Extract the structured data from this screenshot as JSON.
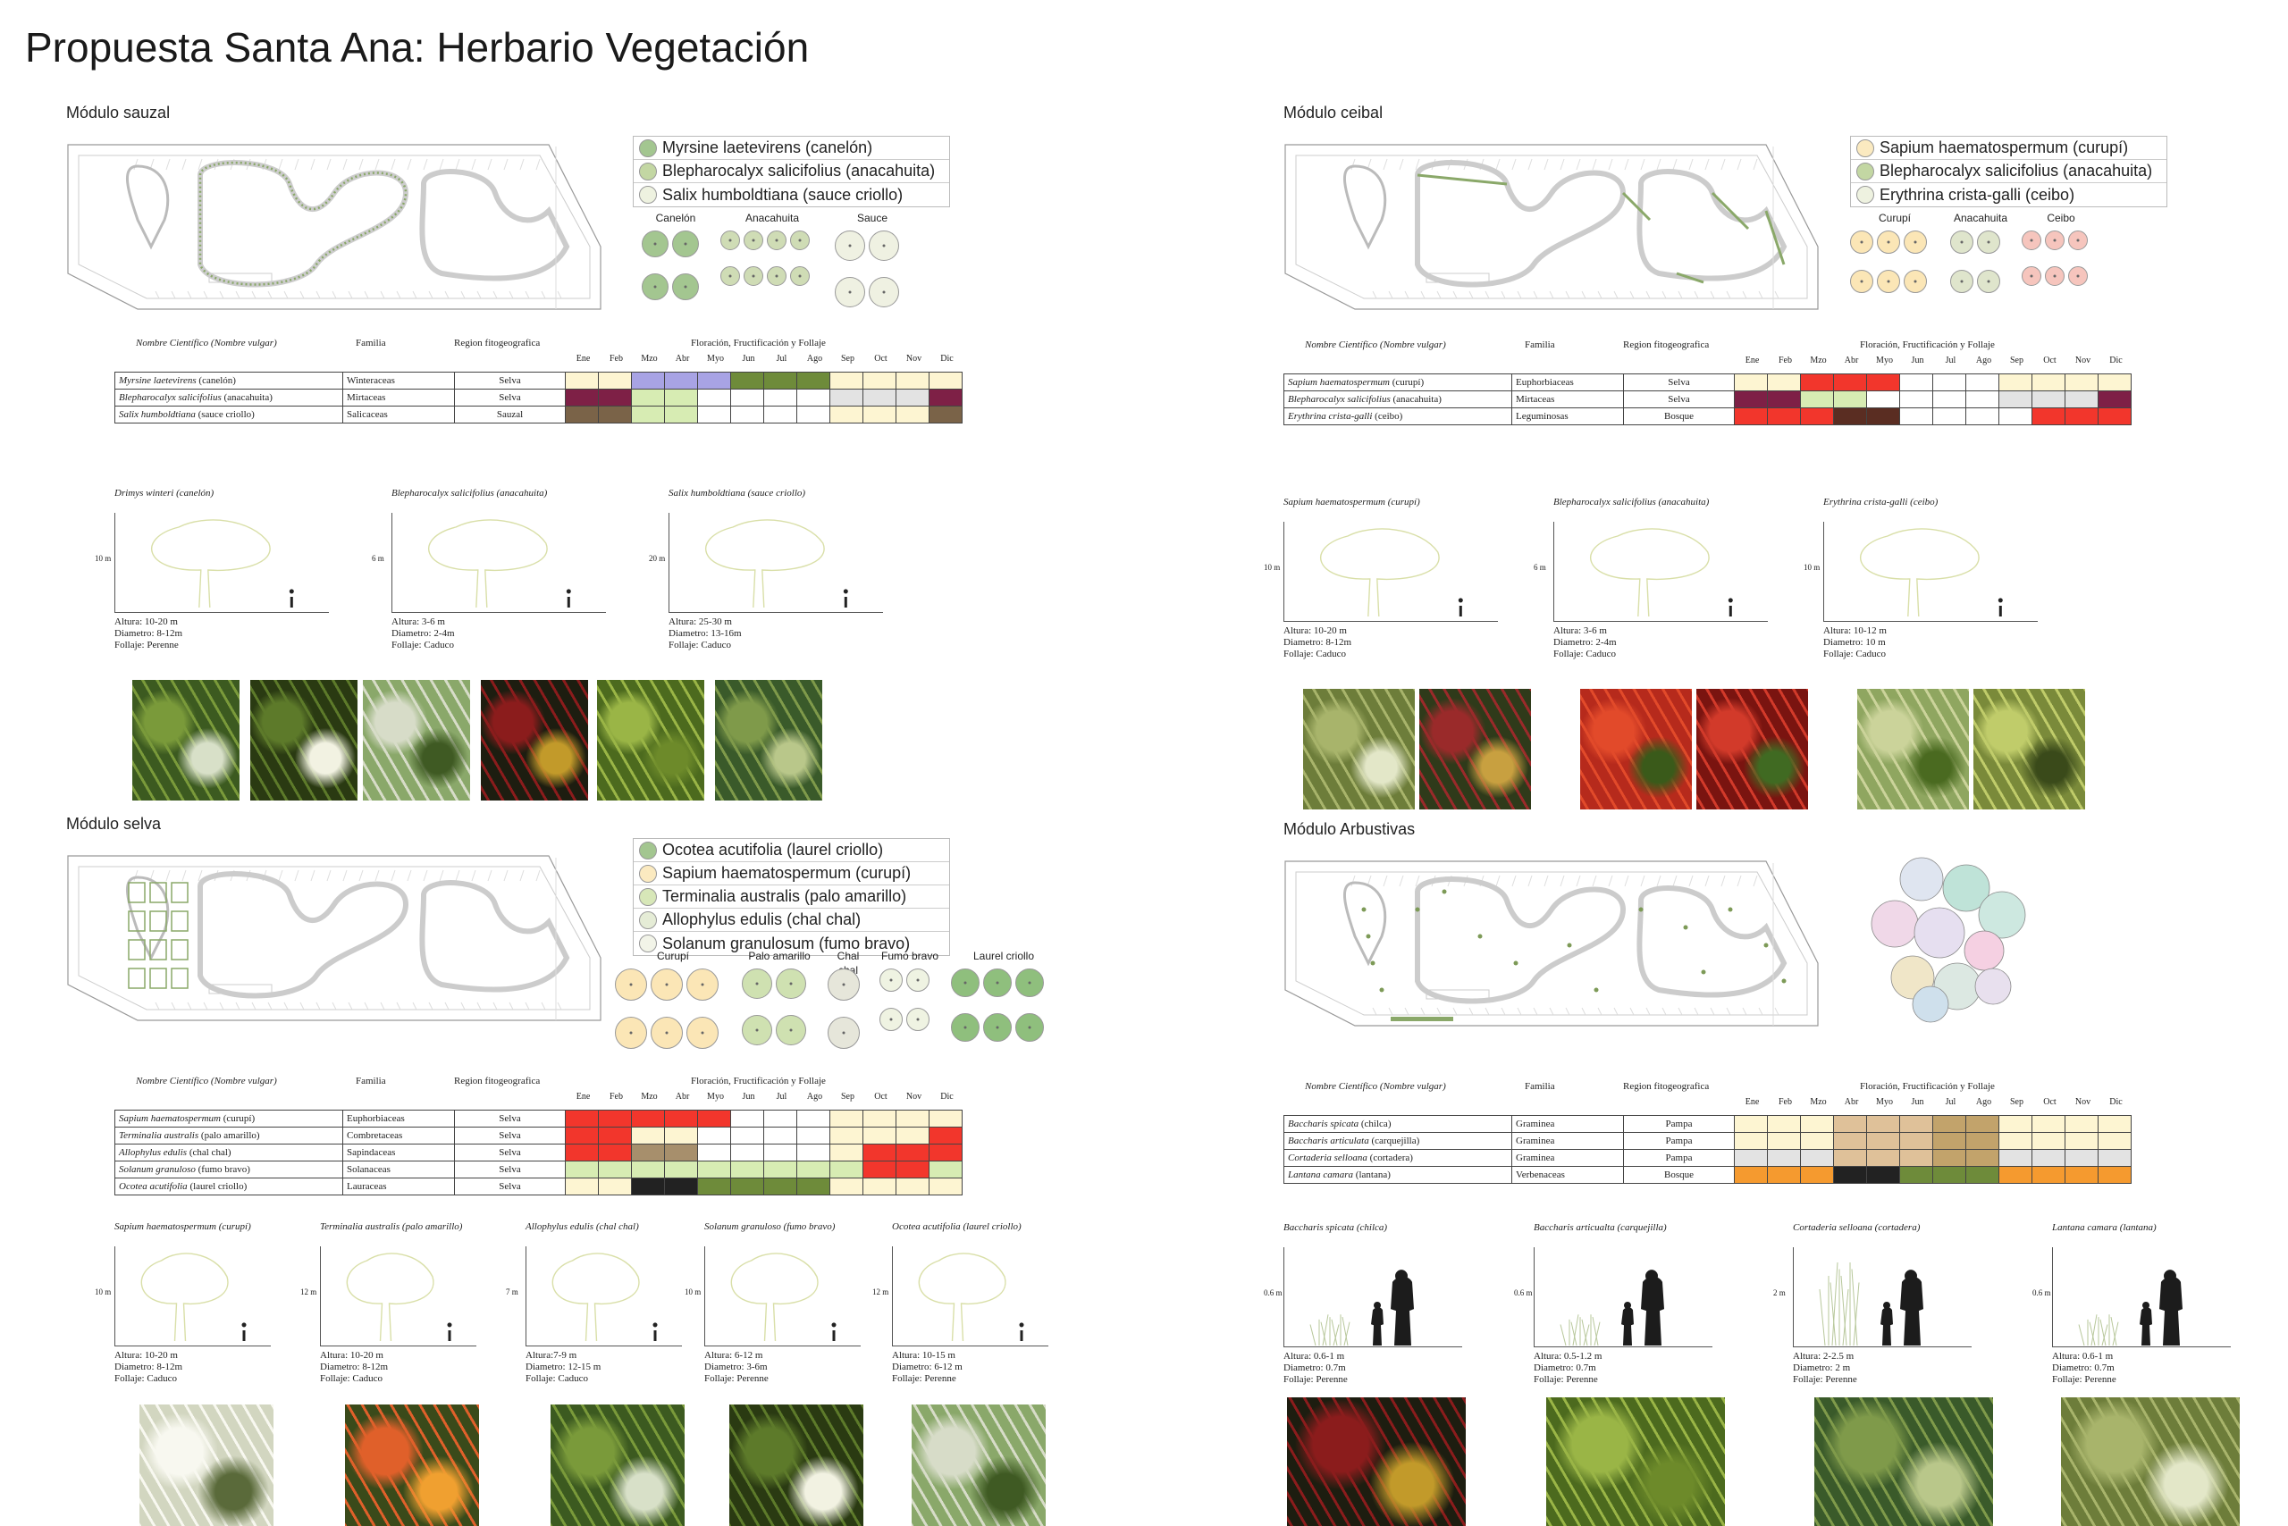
{
  "page_title": "Propuesta Santa Ana: Herbario Vegetación",
  "colors": {
    "green": "#a3c690",
    "green_dark": "#6b8b4f",
    "yellow": "#fbeac0",
    "yellow_light": "#fdf2d0",
    "lime": "#d7ecb3",
    "violet": "#a8a3e4",
    "olive": "#6e8b3a",
    "maroon": "#7e2046",
    "brown": "#7a6348",
    "red": "#f2362c",
    "darkbrown": "#5a2d22",
    "tan": "#dfc199",
    "khaki": "#c2a36b",
    "grey": "#e3e3e3",
    "orange": "#f59a2f",
    "black": "#222222",
    "taupe": "#a78f6c",
    "cream": "#fdf5d2"
  },
  "table_headers": {
    "name": "Nombre Científico (Nombre vulgar)",
    "family": "Familia",
    "region": "Region fitogeografica",
    "pheno": "Floración, Fructificación y Follaje",
    "months": [
      "Ene",
      "Feb",
      "Mzo",
      "Abr",
      "Myo",
      "Jun",
      "Jul",
      "Ago",
      "Sep",
      "Oct",
      "Nov",
      "Dic"
    ]
  },
  "modules": [
    {
      "title": "Módulo sauzal",
      "legend": [
        {
          "label": "Myrsine laetevirens (canelón)",
          "color": "#a3c690"
        },
        {
          "label": "Blepharocalyx salicifolius (anacahuita)",
          "color": "#c3d7a3"
        },
        {
          "label": "Salix humboldtiana (sauce criollo)",
          "color": "#eef2e0"
        }
      ],
      "swatches": [
        {
          "label": "Canelón",
          "color": "#a3c690",
          "count": 2,
          "size": 30
        },
        {
          "label": "Anacahuita",
          "color": "#cfdcb5",
          "count": 4,
          "size": 22
        },
        {
          "label": "Sauce",
          "color": "#eff1e2",
          "count": 2,
          "size": 34
        }
      ],
      "rows": [
        {
          "name": "Myrsine laetevirens",
          "vulgar": "(canelón)",
          "family": "Winteraceas",
          "region": "Selva",
          "cells": [
            "cream",
            "cream",
            "violet",
            "violet",
            "violet",
            "olive",
            "olive",
            "olive",
            "cream",
            "cream",
            "cream",
            "cream"
          ]
        },
        {
          "name": "Blepharocalyx salicifolius",
          "vulgar": "(anacahuita)",
          "family": "Mirtaceas",
          "region": "Selva",
          "cells": [
            "maroon",
            "maroon",
            "lime",
            "lime",
            "white",
            "white",
            "white",
            "white",
            "grey",
            "grey",
            "grey",
            "maroon"
          ]
        },
        {
          "name": "Salix humboldtiana",
          "vulgar": "(sauce criollo)",
          "family": "Salicaceas",
          "region": "Sauzal",
          "cells": [
            "brown",
            "brown",
            "lime",
            "lime",
            "white",
            "white",
            "white",
            "white",
            "cream",
            "cream",
            "cream",
            "brown"
          ]
        }
      ],
      "elevations": [
        {
          "name": "Drimys winteri",
          "vulgar": "(canelón)",
          "height_label": "10 m",
          "altura": "Altura: 10-20 m",
          "diametro": "Diametro: 8-12m",
          "follaje": "Follaje: Perenne"
        },
        {
          "name": "Blepharocalyx salicifolius",
          "vulgar": "(anacahuita)",
          "height_label": "6 m",
          "altura": "Altura: 3-6 m",
          "diametro": "Diametro: 2-4m",
          "follaje": "Follaje: Caduco"
        },
        {
          "name": "Salix humboldtiana",
          "vulgar": "(sauce criollo)",
          "height_label": "20 m",
          "altura": "Altura: 25-30 m",
          "diametro": "Diametro: 13-16m",
          "follaje": "Follaje: Caduco"
        }
      ]
    },
    {
      "title": "Módulo ceibal",
      "legend": [
        {
          "label": "Sapium haematospermum (curupí)",
          "color": "#fbeac0"
        },
        {
          "label": "Blepharocalyx salicifolius (anacahuita)",
          "color": "#c3d7a3"
        },
        {
          "label": "Erythrina crista-galli (ceibo)",
          "color": "#eef2e0"
        }
      ],
      "swatches": [
        {
          "label": "Curupí",
          "color": "#fbe6b6",
          "count": 3,
          "size": 26
        },
        {
          "label": "Anacahuita",
          "color": "#dfe5cc",
          "count": 2,
          "size": 26
        },
        {
          "label": "Ceibo",
          "color": "#f6c5bd",
          "count": 3,
          "size": 22
        }
      ],
      "rows": [
        {
          "name": "Sapium haematospermum",
          "vulgar": "(curupí)",
          "family": "Euphorbiaceas",
          "region": "Selva",
          "cells": [
            "cream",
            "cream",
            "red",
            "red",
            "red",
            "white",
            "white",
            "white",
            "cream",
            "cream",
            "cream",
            "cream"
          ]
        },
        {
          "name": "Blepharocalyx salicifolius",
          "vulgar": "(anacahuita)",
          "family": "Mirtaceas",
          "region": "Selva",
          "cells": [
            "maroon",
            "maroon",
            "lime",
            "lime",
            "white",
            "white",
            "white",
            "white",
            "grey",
            "grey",
            "grey",
            "maroon"
          ]
        },
        {
          "name": "Erythrina crista-galli",
          "vulgar": "(ceibo)",
          "family": "Leguminosas",
          "region": "Bosque",
          "cells": [
            "red",
            "red",
            "red",
            "darkbrown",
            "darkbrown",
            "white",
            "white",
            "white",
            "white",
            "red",
            "red",
            "red"
          ]
        }
      ],
      "elevations": [
        {
          "name": "Sapium haematospermum",
          "vulgar": "(curupí)",
          "height_label": "10 m",
          "altura": "Altura: 10-20 m",
          "diametro": "Diametro: 8-12m",
          "follaje": "Follaje: Caduco"
        },
        {
          "name": "Blepharocalyx salicifolius",
          "vulgar": "(anacahuita)",
          "height_label": "6 m",
          "altura": "Altura: 3-6 m",
          "diametro": "Diametro: 2-4m",
          "follaje": "Follaje: Caduco"
        },
        {
          "name": "Erythrina crista-galli",
          "vulgar": "(ceibo)",
          "height_label": "10 m",
          "altura": "Altura: 10-12 m",
          "diametro": "Diametro: 10 m",
          "follaje": "Follaje: Caduco"
        }
      ]
    },
    {
      "title": "Módulo selva",
      "legend": [
        {
          "label": "Ocotea acutifolia (laurel criollo)",
          "color": "#a3c690"
        },
        {
          "label": "Sapium haematospermum (curupí)",
          "color": "#fbeac0"
        },
        {
          "label": "Terminalia australis (palo amarillo)",
          "color": "#d7e7b8"
        },
        {
          "label": "Allophylus edulis (chal chal)",
          "color": "#e5ecd6"
        },
        {
          "label": "Solanum granulosum (fumo bravo)",
          "color": "#f2f4e8"
        }
      ],
      "swatches": [
        {
          "label": "Curupí",
          "color": "#fbe6b6",
          "count": 3,
          "size": 36
        },
        {
          "label": "Palo amarillo",
          "color": "#cfe1b1",
          "count": 2,
          "size": 34
        },
        {
          "label": "Chal chal",
          "color": "#e6e6da",
          "count": 1,
          "size": 36
        },
        {
          "label": "Fumo bravo",
          "color": "#eff3e2",
          "count": 2,
          "size": 26
        },
        {
          "label": "Laurel criollo",
          "color": "#8fbf7d",
          "count": 3,
          "size": 32
        }
      ],
      "rows": [
        {
          "name": "Sapium haematospermum",
          "vulgar": "(curupí)",
          "family": "Euphorbiaceas",
          "region": "Selva",
          "cells": [
            "red",
            "red",
            "red",
            "red",
            "red",
            "white",
            "white",
            "white",
            "cream",
            "cream",
            "cream",
            "cream"
          ]
        },
        {
          "name": "Terminalia australis",
          "vulgar": "(palo amarillo)",
          "family": "Combretaceas",
          "region": "Selva",
          "cells": [
            "red",
            "red",
            "cream",
            "cream",
            "white",
            "white",
            "white",
            "white",
            "cream",
            "cream",
            "cream",
            "red"
          ]
        },
        {
          "name": "Allophylus edulis",
          "vulgar": "(chal chal)",
          "family": "Sapindaceas",
          "region": "Selva",
          "cells": [
            "red",
            "red",
            "taupe",
            "taupe",
            "white",
            "white",
            "white",
            "white",
            "cream",
            "red",
            "red",
            "red"
          ]
        },
        {
          "name": "Solanum granuloso",
          "vulgar": "(fumo bravo)",
          "family": "Solanaceas",
          "region": "Selva",
          "cells": [
            "lime",
            "lime",
            "lime",
            "lime",
            "lime",
            "lime",
            "lime",
            "lime",
            "lime",
            "red",
            "red",
            "lime"
          ]
        },
        {
          "name": "Ocotea acutifolia",
          "vulgar": "(laurel criollo)",
          "family": "Lauraceas",
          "region": "Selva",
          "cells": [
            "cream",
            "cream",
            "black",
            "black",
            "olive",
            "olive",
            "olive",
            "olive",
            "cream",
            "cream",
            "cream",
            "cream"
          ]
        }
      ],
      "elevations": [
        {
          "name": "Sapium haematospermum",
          "vulgar": "(curupí)",
          "height_label": "10 m",
          "altura": "Altura: 10-20 m",
          "diametro": "Diametro: 8-12m",
          "follaje": "Follaje: Caduco"
        },
        {
          "name": "Terminalia australis",
          "vulgar": "(palo amarillo)",
          "height_label": "12 m",
          "altura": "Altura: 10-20 m",
          "diametro": "Diametro: 8-12m",
          "follaje": "Follaje: Caduco"
        },
        {
          "name": "Allophylus edulis",
          "vulgar": "(chal chal)",
          "height_label": "7 m",
          "altura": "Altura:7-9 m",
          "diametro": "Diametro: 12-15 m",
          "follaje": "Follaje: Caduco"
        },
        {
          "name": "Solanum granuloso",
          "vulgar": "(fumo bravo)",
          "height_label": "10 m",
          "altura": "Altura: 6-12 m",
          "diametro": "Diametro: 3-6m",
          "follaje": "Follaje: Perenne"
        },
        {
          "name": "Ocotea acutifolia",
          "vulgar": "(laurel criollo)",
          "height_label": "12 m",
          "altura": "Altura: 10-15 m",
          "diametro": "Diametro: 6-12 m",
          "follaje": "Follaje: Perenne"
        }
      ]
    },
    {
      "title": "Módulo Arbustivas",
      "legend": [],
      "swatches": [],
      "rows": [
        {
          "name": "Baccharis spicata",
          "vulgar": "(chilca)",
          "family": "Graminea",
          "region": "Pampa",
          "cells": [
            "cream",
            "cream",
            "cream",
            "tan",
            "tan",
            "tan",
            "khaki",
            "khaki",
            "cream",
            "cream",
            "cream",
            "cream"
          ]
        },
        {
          "name": "Baccharis articulata",
          "vulgar": "(carquejilla)",
          "family": "Graminea",
          "region": "Pampa",
          "cells": [
            "cream",
            "cream",
            "cream",
            "tan",
            "tan",
            "tan",
            "khaki",
            "khaki",
            "cream",
            "cream",
            "cream",
            "cream"
          ]
        },
        {
          "name": "Cortaderia selloana",
          "vulgar": "(cortadera)",
          "family": "Graminea",
          "region": "Pampa",
          "cells": [
            "grey",
            "grey",
            "grey",
            "tan",
            "tan",
            "tan",
            "khaki",
            "khaki",
            "grey",
            "grey",
            "grey",
            "grey"
          ]
        },
        {
          "name": "Lantana camara",
          "vulgar": "(lantana)",
          "family": "Verbenaceas",
          "region": "Bosque",
          "cells": [
            "orange",
            "orange",
            "orange",
            "black",
            "black",
            "olive",
            "olive",
            "olive",
            "orange",
            "orange",
            "orange",
            "orange"
          ]
        }
      ],
      "elevations": [
        {
          "name": "Baccharis spicata",
          "vulgar": "(chilca)",
          "height_label": "0.6 m",
          "altura": "Altura: 0.6-1 m",
          "diametro": "Diametro: 0.7m",
          "follaje": "Follaje: Perenne"
        },
        {
          "name": "Baccharis articualta",
          "vulgar": "(carquejilla)",
          "height_label": "0.6 m",
          "altura": "Altura: 0.5-1.2 m",
          "diametro": "Diametro: 0.7m",
          "follaje": "Follaje: Perenne"
        },
        {
          "name": "Cortaderia selloana",
          "vulgar": "(cortadera)",
          "height_label": "2 m",
          "altura": "Altura: 2-2.5 m",
          "diametro": "Diametro: 2 m",
          "follaje": "Follaje: Perenne"
        },
        {
          "name": "Lantana camara",
          "vulgar": "(lantana)",
          "height_label": "0.6 m",
          "altura": "Altura: 0.6-1 m",
          "diametro": "Diametro: 0.7m",
          "follaje": "Follaje: Perenne"
        }
      ]
    }
  ]
}
